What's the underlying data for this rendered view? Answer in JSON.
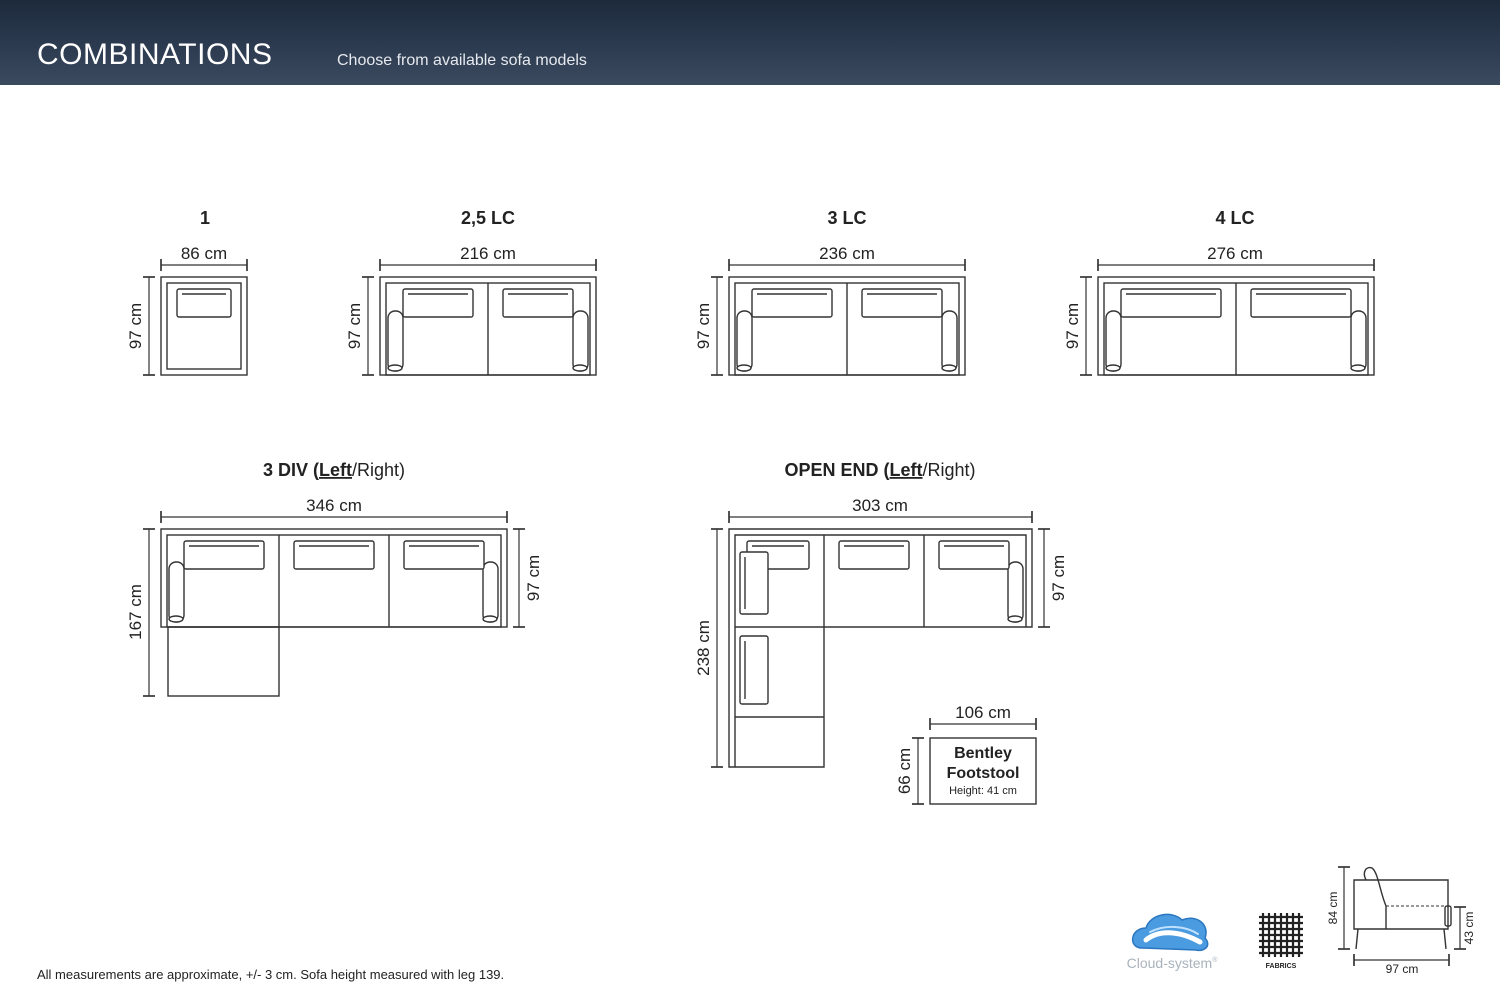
{
  "header": {
    "title": "COMBINATIONS",
    "subtitle": "Choose from available sofa models"
  },
  "models": {
    "m1": {
      "title": "1",
      "width": "86 cm",
      "depth": "97 cm"
    },
    "m25": {
      "title": "2,5 LC",
      "width": "216 cm",
      "depth": "97 cm"
    },
    "m3": {
      "title": "3 LC",
      "width": "236 cm",
      "depth": "97 cm"
    },
    "m4": {
      "title": "4 LC",
      "width": "276 cm",
      "depth": "97 cm"
    },
    "div": {
      "title_main": "3 DIV (",
      "title_left": "Left",
      "title_right": "/Right)",
      "width": "346 cm",
      "depth": "97 cm",
      "chaise_depth": "167 cm"
    },
    "open": {
      "title_main": "OPEN END (",
      "title_left": "Left",
      "title_right": "/Right)",
      "width": "303 cm",
      "depth": "97 cm",
      "chaise_depth": "238 cm"
    },
    "footstool": {
      "line1": "Bentley",
      "line2": "Footstool",
      "height_label": "Height: 41 cm",
      "width": "106 cm",
      "depth": "66 cm"
    }
  },
  "side_view": {
    "height": "84 cm",
    "seat_height": "43 cm",
    "depth": "97 cm"
  },
  "badges": {
    "cloud_logo": "Cloud-system",
    "cloud_mark": "®",
    "fabrics_label": "FABRICS"
  },
  "icons": {
    "cloud": "cloud-logo-icon",
    "fabrics": "fabric-grid-icon"
  },
  "colors": {
    "header_dark": "#1d2a3c",
    "header_light": "#3b4a5f",
    "cloud_blue": "#3a8fd6",
    "line": "#333333"
  },
  "footnote": "All measurements are approximate, +/- 3 cm. Sofa height measured with leg 139."
}
